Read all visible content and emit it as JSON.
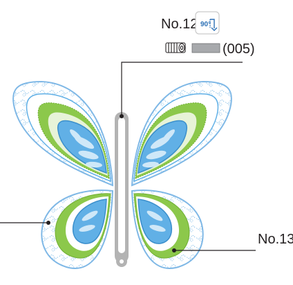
{
  "step_label": "No.12",
  "rotate_badge": {
    "text": "90°",
    "icon": "rotate-clockwise-arrow-icon",
    "color": "#2a6fb5"
  },
  "thread": {
    "spool_icon": "thread-spool-icon",
    "code": "(005)",
    "color": "#a7a9ac"
  },
  "callout_label": "No.13",
  "colors": {
    "outline_blue": "#7fb8e6",
    "wing_blue": "#61b0e6",
    "wing_green": "#8cc84b",
    "inner_pale": "#dcefc6",
    "body_gray": "#b3b3b3",
    "line": "#231f20"
  }
}
